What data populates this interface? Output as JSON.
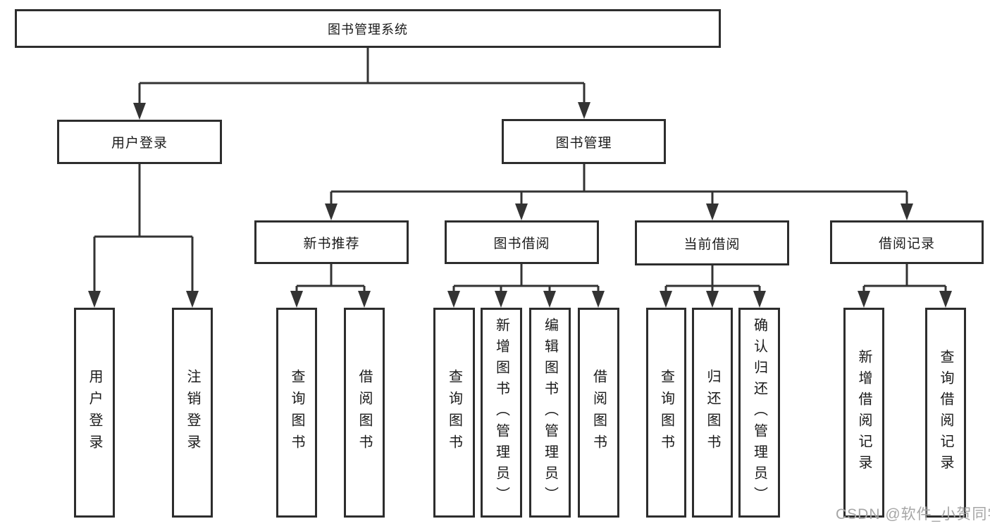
{
  "nodes": {
    "root": {
      "label": "图书管理系统"
    },
    "user_login": {
      "label": "用户登录"
    },
    "book_mgmt": {
      "label": "图书管理"
    },
    "new_book": {
      "label": "新书推荐"
    },
    "book_borrow": {
      "label": "图书借阅"
    },
    "current_borrow": {
      "label": "当前借阅"
    },
    "borrow_record": {
      "label": "借阅记录"
    },
    "leaf_login": {
      "label": "用户登录"
    },
    "leaf_logout": {
      "label": "注销登录"
    },
    "leaf_nb_query": {
      "label": "查询图书"
    },
    "leaf_nb_borrow": {
      "label": "借阅图书"
    },
    "leaf_bb_query": {
      "label": "查询图书"
    },
    "leaf_bb_add": {
      "label": "新增图书（管理员）"
    },
    "leaf_bb_edit": {
      "label": "编辑图书（管理员）"
    },
    "leaf_bb_borrow": {
      "label": "借阅图书"
    },
    "leaf_cb_query": {
      "label": "查询图书"
    },
    "leaf_cb_return": {
      "label": "归还图书"
    },
    "leaf_cb_confirm": {
      "label": "确认归还（管理员）"
    },
    "leaf_br_add": {
      "label": "新增借阅记录"
    },
    "leaf_br_query": {
      "label": "查询借阅记录"
    }
  },
  "edges": [
    [
      "图书管理系统",
      "用户登录"
    ],
    [
      "图书管理系统",
      "图书管理"
    ],
    [
      "用户登录",
      "用户登录"
    ],
    [
      "用户登录",
      "注销登录"
    ],
    [
      "图书管理",
      "新书推荐"
    ],
    [
      "图书管理",
      "图书借阅"
    ],
    [
      "图书管理",
      "当前借阅"
    ],
    [
      "图书管理",
      "借阅记录"
    ],
    [
      "新书推荐",
      "查询图书"
    ],
    [
      "新书推荐",
      "借阅图书"
    ],
    [
      "图书借阅",
      "查询图书"
    ],
    [
      "图书借阅",
      "新增图书（管理员）"
    ],
    [
      "图书借阅",
      "编辑图书（管理员）"
    ],
    [
      "图书借阅",
      "借阅图书"
    ],
    [
      "当前借阅",
      "查询图书"
    ],
    [
      "当前借阅",
      "归还图书"
    ],
    [
      "当前借阅",
      "确认归还（管理员）"
    ],
    [
      "借阅记录",
      "新增借阅记录"
    ],
    [
      "借阅记录",
      "查询借阅记录"
    ]
  ],
  "watermark": "CSDN @软件_小贺同学",
  "colors": {
    "line": "#333333",
    "box_border": "#2d2d2d",
    "box_fill": "#ffffff",
    "text": "#1a1a1a",
    "watermark": "#a6a6a6",
    "background": "#ffffff"
  }
}
